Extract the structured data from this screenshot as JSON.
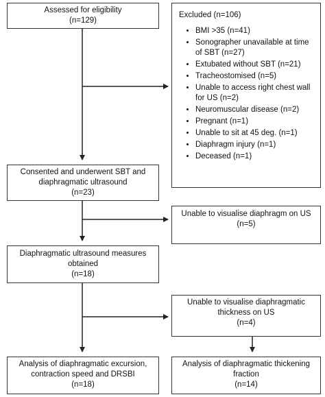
{
  "boxes": {
    "eligibility": {
      "title": "Assessed for eligibility",
      "count": "(n=129)"
    },
    "excluded": {
      "title": "Excluded (n=106)",
      "reasons": [
        "BMI >35 (n=41)",
        "Sonographer unavailable at time of SBT (n=27)",
        "Extubated without SBT (n=21)",
        "Tracheostomised (n=5)",
        "Unable to access right chest wall for US (n=2)",
        "Neuromuscular disease (n=2)",
        "Pregnant (n=1)",
        "Unable to sit at 45 deg. (n=1)",
        "Diaphragm injury (n=1)",
        "Deceased (n=1)"
      ]
    },
    "consented": {
      "line1": "Consented and underwent SBT and",
      "line2": "diaphragmatic ultrasound",
      "count": "(n=23)"
    },
    "unable_diaphragm": {
      "line1": "Unable to visualise diaphragm on US",
      "count": "(n=5)"
    },
    "measures": {
      "line1": "Diaphragmatic ultrasound measures",
      "line2": "obtained",
      "count": "(n=18)"
    },
    "unable_thickness": {
      "line1": "Unable to visualise diaphragmatic",
      "line2": "thickness on US",
      "count": "(n=4)"
    },
    "analysis_excursion": {
      "line1": "Analysis of diaphragmatic excursion,",
      "line2": "contraction speed and DRSBI",
      "count": "(n=18)"
    },
    "analysis_thickening": {
      "line1": "Analysis of diaphragmatic thickening",
      "line2": "fraction",
      "count": "(n=14)"
    }
  }
}
